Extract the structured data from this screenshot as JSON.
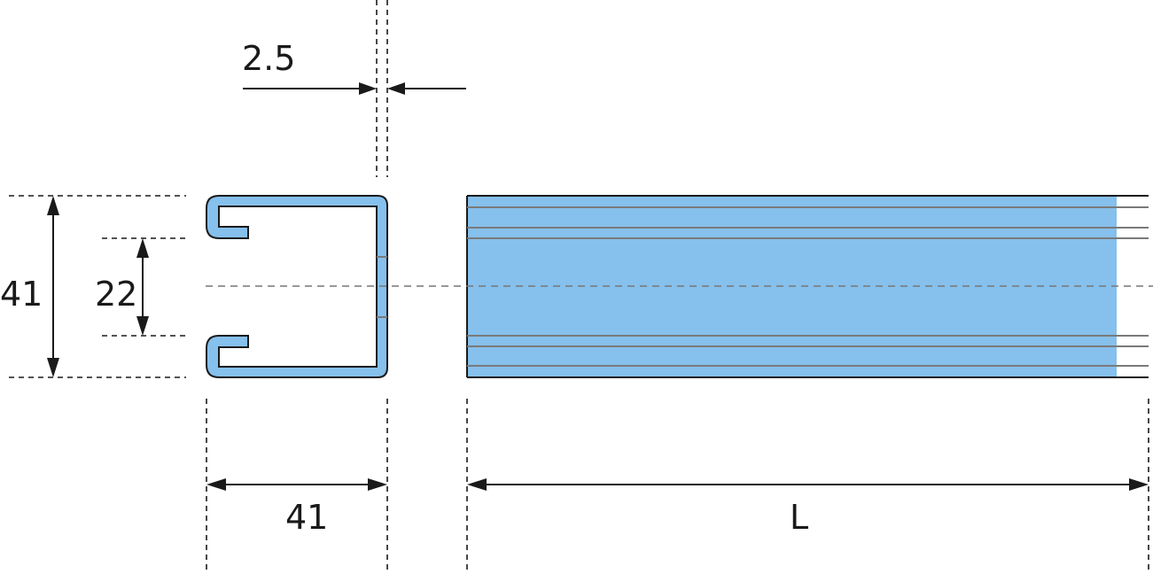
{
  "dimensions": {
    "thickness": "2.5",
    "height": "41",
    "slot_opening": "22",
    "width": "41",
    "length": "L"
  },
  "colors": {
    "profile_fill": "#86c0ec",
    "outline": "#1a1a1a",
    "stripe": "#7a7a7a",
    "centerline": "#777777"
  }
}
